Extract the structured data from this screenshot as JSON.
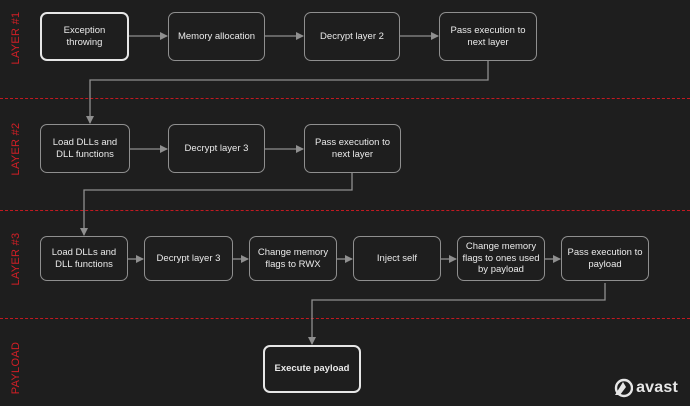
{
  "lanes": {
    "layer1": "LAYER #1",
    "layer2": "LAYER #2",
    "layer3": "LAYER #3",
    "payload": "PAYLOAD"
  },
  "layer1": {
    "exception": "Exception throwing",
    "memory": "Memory allocation",
    "decrypt": "Decrypt layer 2",
    "pass": "Pass execution to next layer"
  },
  "layer2": {
    "load": "Load DLLs and DLL functions",
    "decrypt": "Decrypt layer 3",
    "pass": "Pass execution to next layer"
  },
  "layer3": {
    "load": "Load DLLs and DLL functions",
    "decrypt": "Decrypt layer 3",
    "rwx": "Change memory flags to RWX",
    "inject": "Inject self",
    "flags": "Change memory flags to ones used by payload",
    "pass": "Pass execution to payload"
  },
  "payload": {
    "execute": "Execute payload"
  },
  "brand": {
    "name": "avast"
  },
  "colors": {
    "background": "#1e1e1e",
    "lane_label": "#d21f26",
    "separator": "#c21a21",
    "box_border": "#8f8f8f",
    "arrow": "#8f8f8f"
  }
}
